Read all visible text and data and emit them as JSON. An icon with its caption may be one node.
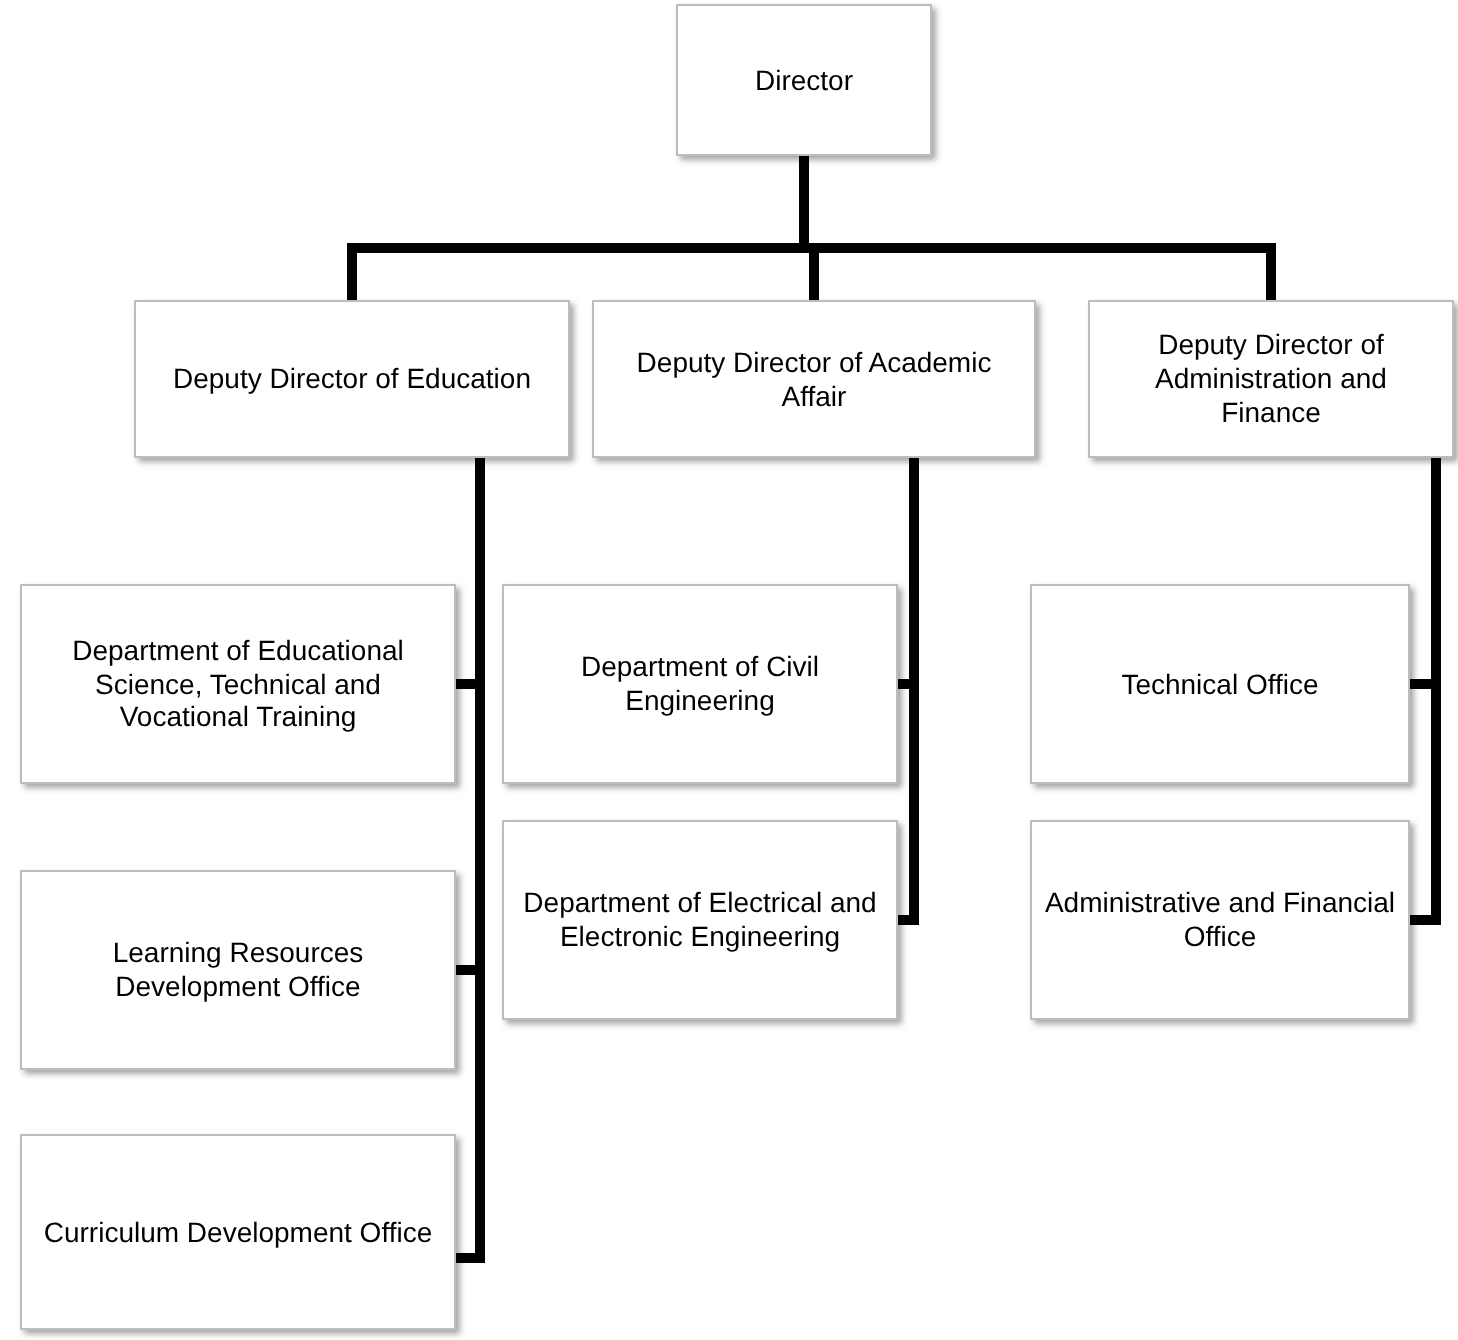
{
  "diagram": {
    "nodes": [
      {
        "text": [
          "Director"
        ]
      },
      {
        "text": [
          "Deputy Director of Education"
        ]
      },
      {
        "text": [
          "Deputy Director of Academic Affair"
        ]
      },
      {
        "text": [
          "Deputy Director of Administration and Finance"
        ]
      },
      {
        "text": [
          "Department of Educational Science, Technical and Vocational Training"
        ]
      },
      {
        "text": [
          "Department of Civil Engineering"
        ]
      },
      {
        "text": [
          "Technical Office"
        ]
      },
      {
        "text": [
          "Learning Resources Development Office"
        ]
      },
      {
        "text": [
          "Department of Electrical and Electronic Engineering"
        ]
      },
      {
        "text": [
          "Administrative and Financial Office"
        ]
      },
      {
        "text": [
          "Curriculum Development Office"
        ]
      }
    ],
    "edges": [
      {
        "from": 0,
        "to": 1,
        "arrow": "none"
      },
      {
        "from": 0,
        "to": 2,
        "arrow": "none"
      },
      {
        "from": 0,
        "to": 3,
        "arrow": "none"
      },
      {
        "from": 1,
        "to": 4,
        "arrow": "none"
      },
      {
        "from": 1,
        "to": 7,
        "arrow": "none"
      },
      {
        "from": 1,
        "to": 10,
        "arrow": "none"
      },
      {
        "from": 2,
        "to": 5,
        "arrow": "none"
      },
      {
        "from": 2,
        "to": 8,
        "arrow": "none"
      },
      {
        "from": 3,
        "to": 6,
        "arrow": "none"
      },
      {
        "from": 3,
        "to": 9,
        "arrow": "none"
      }
    ]
  }
}
